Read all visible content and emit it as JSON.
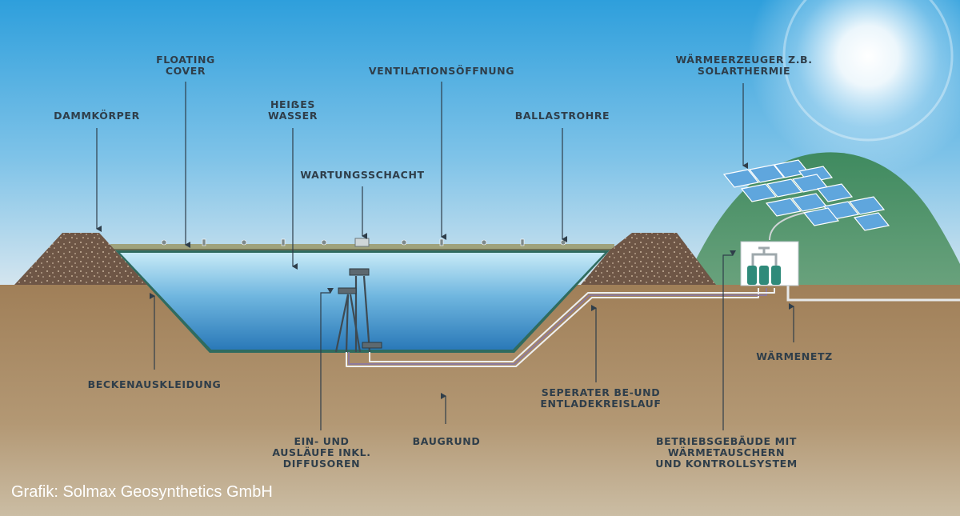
{
  "labels": {
    "floating_cover": "FLOATING\nCOVER",
    "dammkoerper": "DAMMKÖRPER",
    "heisses_wasser": "HEIẞES\nWASSER",
    "ventilationsoeffnung": "VENTILATIONSÖFFNUNG",
    "ballastrohre": "BALLASTROHRE",
    "waermeerzeuger": "WÄRMEERZEUGER Z.B.\nSOLARTHERMIE",
    "wartungsschacht": "WARTUNGSSCHACHT",
    "beckenauskleidung": "BECKENAUSKLEIDUNG",
    "waermenetz": "WÄRMENETZ",
    "seperater_kreislauf": "SEPERATER BE-UND\nENTLADEKREISLAUF",
    "baugrund": "BAUGRUND",
    "ein_auslaeufe": "EIN- UND\nAUSLÄUFE INKL.\nDIFFUSOREN",
    "betriebsgebaeude": "BETRIEBSGEBÄUDE MIT\nWÄRMETAUSCHERN\nUND KONTROLLSYSTEM"
  },
  "credit": "Grafik: Solmax Geosynthetics GmbH",
  "colors": {
    "sky_top": "#2e9fdc",
    "sky_bottom": "#d6e6ef",
    "ground": "#a88a63",
    "water_top": "#bfe6f5",
    "water_bottom": "#2a79b8",
    "hill": "#4f8f6a",
    "dam": "#6f5847",
    "solar_panel": "#5fa6dd",
    "text": "#2f3e4a"
  }
}
